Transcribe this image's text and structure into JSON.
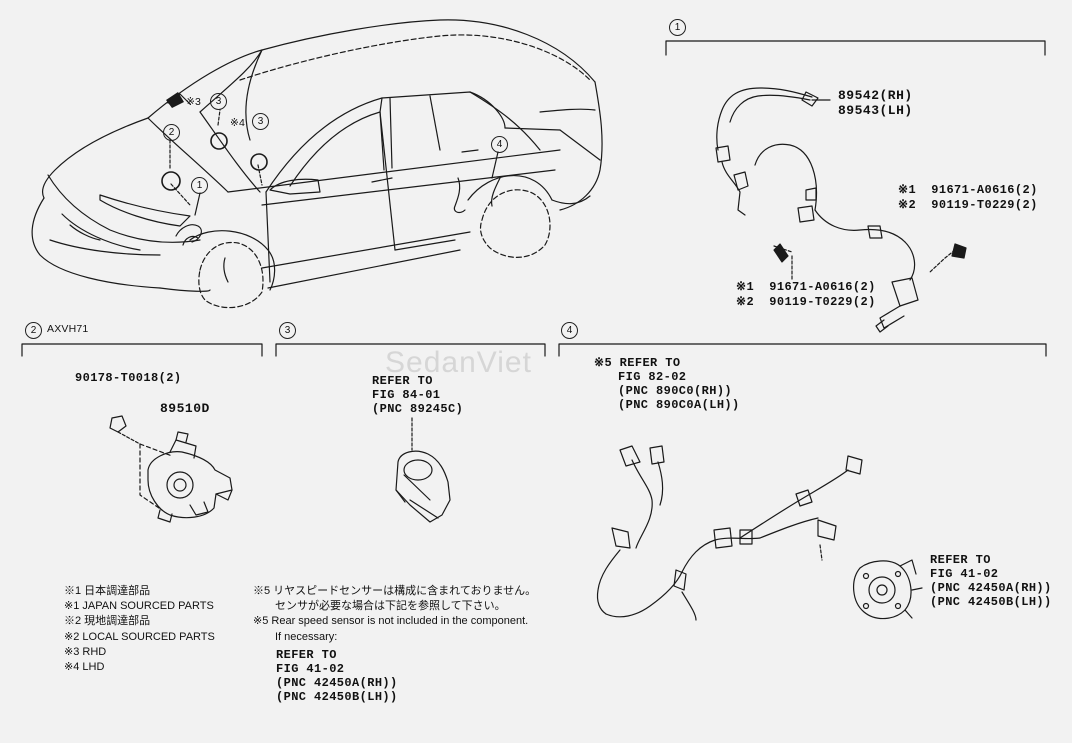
{
  "watermark": "SedanViet",
  "sections": {
    "s1": {
      "num": "1"
    },
    "s2": {
      "num": "2",
      "label": "AXVH71"
    },
    "s3": {
      "num": "3"
    },
    "s4": {
      "num": "4"
    }
  },
  "car_callouts": {
    "rhd_mark": "※3",
    "rhd_num": "3",
    "lhd_mark": "※4",
    "lhd_num": "3",
    "c2": "2",
    "c1": "1",
    "c4": "4"
  },
  "s1_parts": {
    "part_rh": "89542(RH)",
    "part_lh": "89543(LH)",
    "bolt_upper_1": "※1  91671-A0616(2)",
    "bolt_upper_2": "※2  90119-T0229(2)",
    "bolt_lower_1": "※1  91671-A0616(2)",
    "bolt_lower_2": "※2  90119-T0229(2)"
  },
  "s2_parts": {
    "nut": "90178-T0018(2)",
    "sensor": "89510D"
  },
  "s3_refer": {
    "line1": "REFER TO",
    "line2": "FIG 84-01",
    "line3": "(PNC 89245C)"
  },
  "s4_refer_top": {
    "line1": "※5 REFER TO",
    "line2": "FIG 82-02",
    "line3": "(PNC 890C0(RH))",
    "line4": "(PNC 890C0A(LH))"
  },
  "s4_refer_hub": {
    "line1": "REFER TO",
    "line2": "FIG 41-02",
    "line3": "(PNC 42450A(RH))",
    "line4": "(PNC 42450B(LH))"
  },
  "legend": {
    "l1": "※1 日本調達部品",
    "l2": "※1 JAPAN SOURCED PARTS",
    "l3": "※2 現地調達部品",
    "l4": "※2 LOCAL SOURCED PARTS",
    "l5": "※3 RHD",
    "l6": "※4 LHD"
  },
  "note5": {
    "jp1": "※5 リヤスピードセンサーは構成に含まれておりません。",
    "jp2": "センサが必要な場合は下記を参照して下さい。",
    "en1": "※5 Rear speed sensor is not included in the component.",
    "en2": "If necessary:",
    "r1": "REFER TO",
    "r2": "FIG 41-02",
    "r3": "(PNC 42450A(RH))",
    "r4": "(PNC 42450B(LH))"
  }
}
